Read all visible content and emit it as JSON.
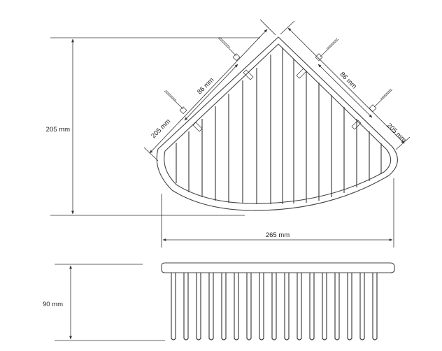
{
  "dimensions": {
    "height_top": "205 mm",
    "width_overall": "265 mm",
    "height_side": "90 mm",
    "left_side": "205 mm",
    "right_side": "205 mm",
    "left_screw_spacing": "86 mm",
    "right_screw_spacing": "86 mm"
  }
}
